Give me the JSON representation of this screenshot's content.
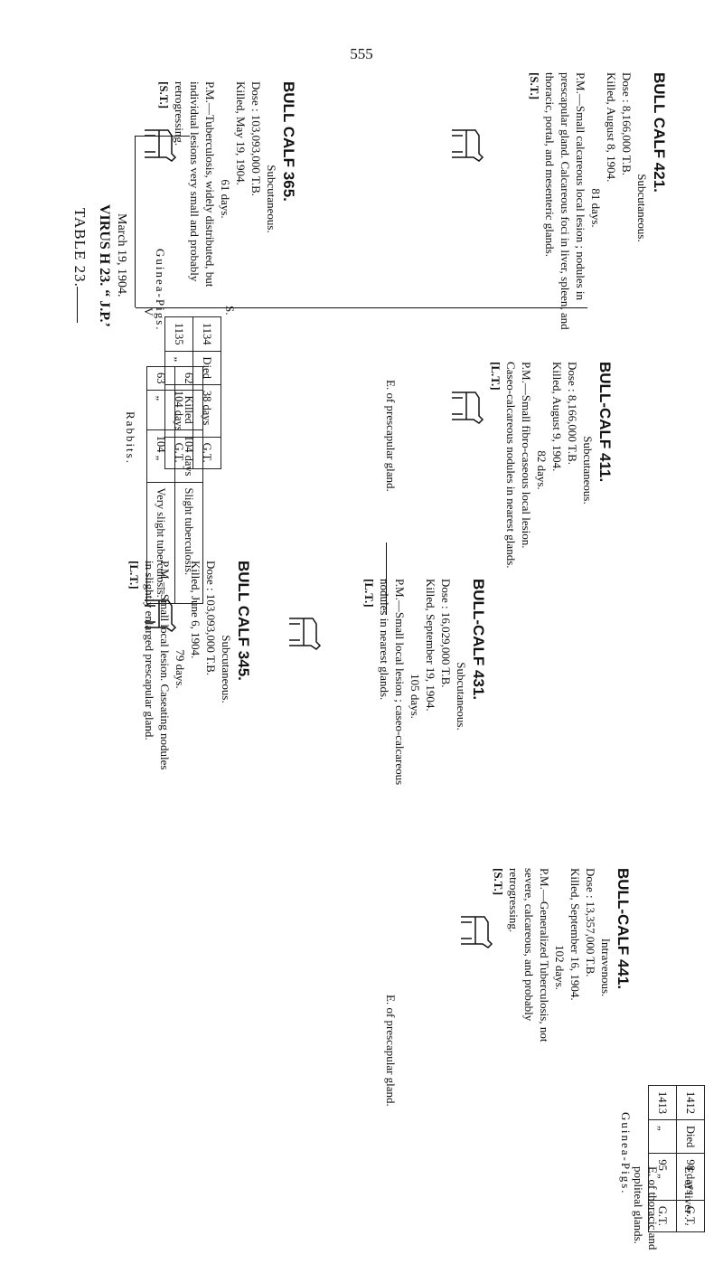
{
  "page_number": "555",
  "table_title": "TABLE 23.",
  "virus": {
    "name": "VIRUS H 23. “ J.P.’",
    "date": "March 19, 1904."
  },
  "guinea_pigs_top": {
    "header": "Guinea-Pigs.",
    "rows": [
      {
        "id": "1134",
        "fate": "Died",
        "days": "38 days",
        "result": "G.T."
      },
      {
        "id": "1135",
        "fate": "„",
        "days": "104 days",
        "result": "G.T."
      }
    ]
  },
  "rabbits": {
    "header": "Rabbits.",
    "rows": [
      {
        "id": "62",
        "fate": "Killed",
        "days": "104 days",
        "result": "Slight tuberculosis."
      },
      {
        "id": "63",
        "fate": "„",
        "days": "104 „",
        "result": "Very slight tuberculosis."
      }
    ]
  },
  "calves": {
    "c345": {
      "name": "BULL CALF 345.",
      "route": "Subcutaneous.",
      "dose": "Dose : 103,093,000 T.B.",
      "killed": "Killed, June 6, 1904.",
      "days": "79 days.",
      "pm": "P.M.—Small local lesion. Caseating nodules in slightly enlarged prescapular gland.",
      "tag": "[L.T.]"
    },
    "c365": {
      "name": "BULL CALF 365.",
      "route": "Subcutaneous.",
      "dose": "Dose : 103,093,000 T.B.",
      "killed": "Killed, May 19, 1904.",
      "days": "61 days.",
      "pm": "P.M.—Tuberculosis, widely distributed, but individual lesions very small and probably retrogressing.",
      "tag": "[S.T.]"
    },
    "c431": {
      "name": "BULL-CALF 431.",
      "route": "Subcutaneous.",
      "dose": "Dose : 16,029,000 T.B.",
      "killed": "Killed, September 19, 1904.",
      "days": "105 days.",
      "pm": "P.M.—Small local lesion ; caseo-calcareous nodules in nearest glands.",
      "tag": "[L.T.]"
    },
    "c411": {
      "name": "BULL-CALF 411.",
      "route": "Subcutaneous.",
      "dose": "Dose : 8,166,000 T.B.",
      "killed": "Killed, August 9, 1904.",
      "days": "82 days.",
      "pm": "P.M.—Small fibro-caseous local lesion. Caseo-calcareous nodules in nearest glands.",
      "tag": "[L.T.]"
    },
    "c421": {
      "name": "BULL CALF 421.",
      "route": "Subcutaneous.",
      "dose": "Dose : 8,166,000 T.B.",
      "killed": "Killed, August 8, 1904.",
      "days": "81 days.",
      "pm": "P.M.—Small calcareous local lesion ; nodules in prescapular gland. Calcareous foci in liver, spleen, and thoracic, portal, and mesenteric glands.",
      "tag": "[S.T.]"
    },
    "c441": {
      "name": "BULL-CALF 441.",
      "route": "Intravenous.",
      "dose": "Dose : 13,357,000 T.B.",
      "killed": "Killed, September 16, 1904.",
      "days": "102 days.",
      "pm": "P.M.—Generalized Tuberculosis, not severe, calcareous, and probably retrogressing.",
      "tag": "[S.T.]"
    }
  },
  "notes": {
    "s_marker": "S.",
    "v_marker": "V",
    "e_prescapular_1": "E. of prescapular gland.",
    "e_prescapular_2": "E. of prescapular gland.",
    "e_thoracic": "E. of thoracic and popliteal glands.",
    "e_liver": "E. of liver  .  ."
  },
  "guinea_pigs_bottom": {
    "header": "Guinea-Pigs.",
    "rows": [
      {
        "id": "1412",
        "fate": "Died",
        "days": "98 days",
        "result": "G.T."
      },
      {
        "id": "1413",
        "fate": "„",
        "days": "95 „",
        "result": "G.T."
      }
    ]
  }
}
